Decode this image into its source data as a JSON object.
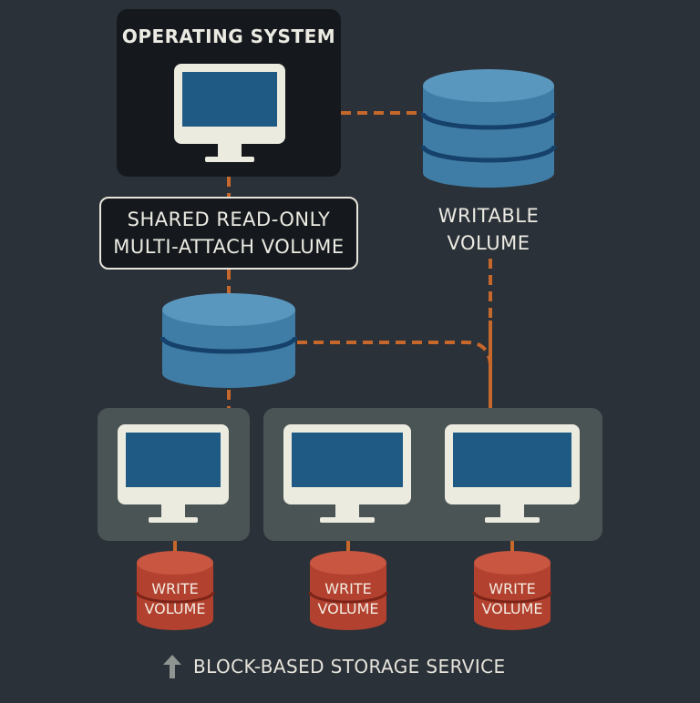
{
  "operating_system": {
    "title": "OPERATING SYSTEM"
  },
  "shared_volume": {
    "line1": "SHARED READ-ONLY",
    "line2": "MULTI-ATTACH VOLUME"
  },
  "writable_volume": {
    "line1": "WRITABLE",
    "line2": "VOLUME"
  },
  "write_volumes": [
    {
      "line1": "WRITE",
      "line2": "VOLUME"
    },
    {
      "line1": "WRITE",
      "line2": "VOLUME"
    },
    {
      "line1": "WRITE",
      "line2": "VOLUME"
    }
  ],
  "footer": {
    "icon": "arrow-up-icon",
    "label": "BLOCK-BASED STORAGE SERVICE"
  },
  "colors": {
    "background": "#2b3138",
    "os_panel": "#15191d",
    "instance_panel": "#4a5455",
    "monitor_body": "#ecebdf",
    "screen": "#1f5a84",
    "volume_blue": "#3f7da7",
    "volume_red": "#b3412f",
    "connector": "#c6672b"
  }
}
